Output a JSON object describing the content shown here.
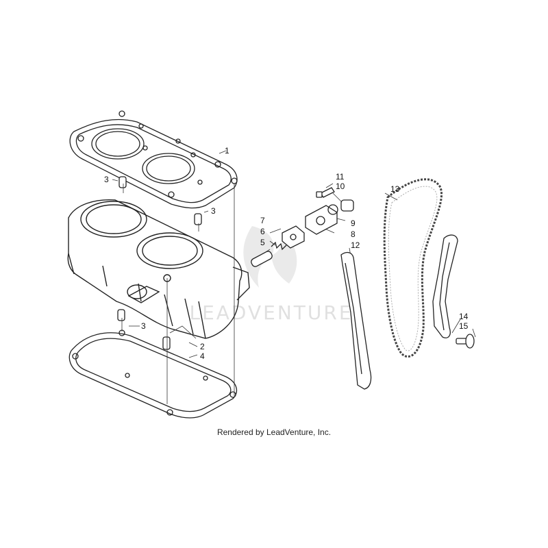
{
  "callouts": {
    "c1": "1",
    "c2": "2",
    "c3a": "3",
    "c3b": "3",
    "c3c": "3",
    "c4": "4",
    "c5": "5",
    "c6": "6",
    "c7": "7",
    "c8": "8",
    "c9": "9",
    "c10": "10",
    "c11": "11",
    "c12": "12",
    "c13": "13",
    "c14": "14",
    "c15": "15"
  },
  "watermark": {
    "text": "LEADVENTURE"
  },
  "credit": "Rendered by LeadVenture, Inc."
}
